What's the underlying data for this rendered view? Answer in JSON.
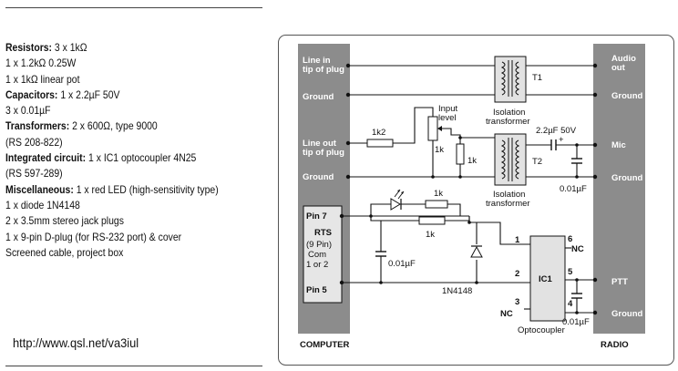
{
  "parts_list": [
    {
      "label": "Resistors:",
      "text": " 3 x 1kΩ"
    },
    {
      "label": "",
      "text": "1 x 1.2kΩ 0.25W"
    },
    {
      "label": "",
      "text": "1 x 1kΩ linear pot"
    },
    {
      "label": "Capacitors:",
      "text": " 1 x 2.2µF 50V"
    },
    {
      "label": "",
      "text": "3 x 0.01µF"
    },
    {
      "label": "Transformers:",
      "text": " 2 x 600Ω, type 9000"
    },
    {
      "label": "",
      "text": "(RS 208-822)"
    },
    {
      "label": "Integrated circuit:",
      "text": " 1 x IC1 optocoupler 4N25"
    },
    {
      "label": "",
      "text": "(RS 597-289)"
    },
    {
      "label": "Miscellaneous:",
      "text": " 1 x red LED (high-sensitivity type)"
    },
    {
      "label": "",
      "text": "1 x diode 1N4148"
    },
    {
      "label": "",
      "text": "2 x 3.5mm stereo jack plugs"
    },
    {
      "label": "",
      "text": "1 x 9-pin D-plug (for RS-232 port) & cover"
    },
    {
      "label": "",
      "text": "Screened cable, project box"
    }
  ],
  "url": "http://www.qsl.net/va3iul",
  "diagram": {
    "left_bar": {
      "line_in": "Line in",
      "tip_of_plug": "tip of plug",
      "ground_1": "Ground",
      "line_out": "Line out",
      "tip_of_plug_2": "tip of plug",
      "ground_2": "Ground",
      "footer": "COMPUTER"
    },
    "right_bar": {
      "audio": "Audio",
      "out": "out",
      "ground_1": "Ground",
      "mic": "Mic",
      "ground_2": "Ground",
      "ptt": "PTT",
      "ground_3": "Ground",
      "footer": "RADIO"
    },
    "com_port": {
      "pin7": "Pin 7",
      "rts": "RTS",
      "nine_pin": "(9 Pin)",
      "com": "Com",
      "one_or_two": "1 or 2",
      "pin5": "Pin 5"
    },
    "components": {
      "t1": "T1",
      "t2": "T2",
      "iso1_line1": "Isolation",
      "iso1_line2": "transformer",
      "iso2_line1": "Isolation",
      "iso2_line2": "transformer",
      "r_1k2": "1k2",
      "input": "Input",
      "level": "level",
      "pot_1k": "1k",
      "r_1k_shunt": "1k",
      "cap_2u2": "2.2µF 50V",
      "plus": "+",
      "cap_01_mic": "0.01µF",
      "r_1k_led": "1k",
      "r_1k_base": "1k",
      "cap_01_rts": "0.01µF",
      "diode": "1N4148",
      "ic": "IC1",
      "pin1": "1",
      "pin2": "2",
      "pin3": "3",
      "pin4": "4",
      "pin5": "5",
      "pin6": "6",
      "nc_6": "NC",
      "nc_3": "NC",
      "cap_01_ptt": "0.01µF",
      "optocoupler": "Optocoupler"
    }
  }
}
